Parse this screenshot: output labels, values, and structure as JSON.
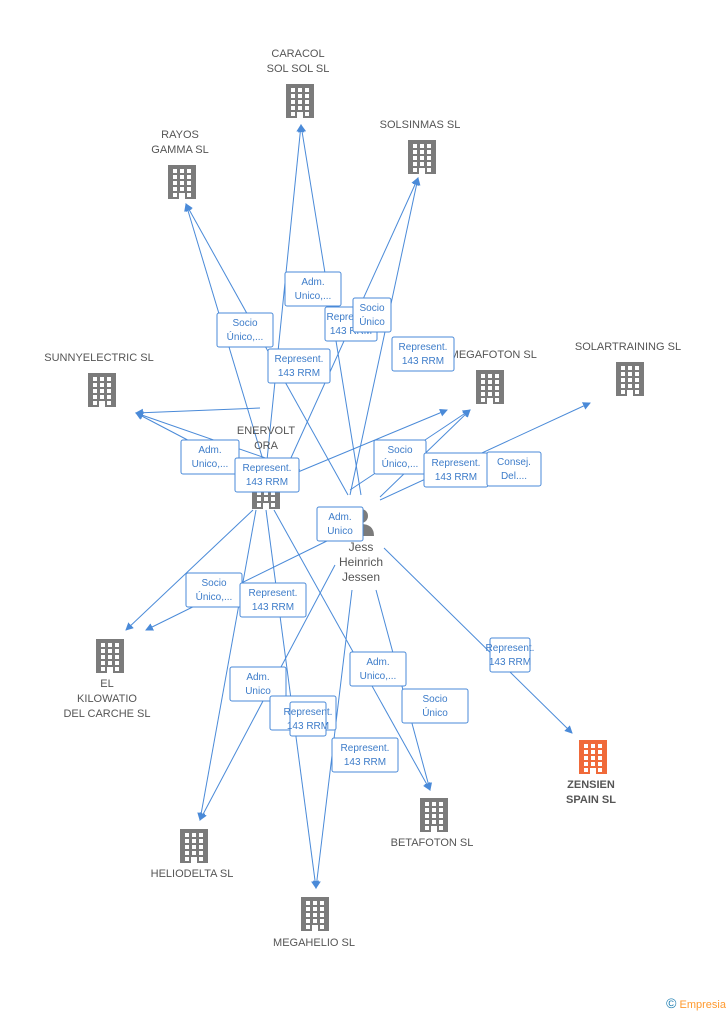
{
  "colors": {
    "building": "#7b7b7b",
    "focus": "#f06a3a",
    "edge": "#4a8ad8",
    "person": "#7b7b7b"
  },
  "person": {
    "name": [
      "Jess",
      "Heinrich",
      "Jessen"
    ],
    "icon": "person-icon"
  },
  "companies": [
    {
      "id": "caracol",
      "label": [
        "CARACOL",
        "SOL SOL SL"
      ]
    },
    {
      "id": "rayos",
      "label": [
        "RAYOS",
        "GAMMA SL"
      ]
    },
    {
      "id": "solsinmas",
      "label": [
        "SOLSINMAS SL"
      ]
    },
    {
      "id": "sunnyelectric",
      "label": [
        "SUNNYELECTRIC SL"
      ]
    },
    {
      "id": "enervolt",
      "label": [
        "ENERVOLT",
        "ORA"
      ]
    },
    {
      "id": "omegafoton",
      "label": [
        "OMEGAFOTON SL"
      ]
    },
    {
      "id": "solartraining",
      "label": [
        "SOLARTRAINING SL"
      ]
    },
    {
      "id": "kilowatio",
      "label": [
        "EL",
        "KILOWATIO",
        "DEL CARCHE SL"
      ]
    },
    {
      "id": "zensien",
      "label": [
        "ZENSIEN",
        "SPAIN SL"
      ],
      "focus": true
    },
    {
      "id": "heliodelta",
      "label": [
        "HELIODELTA SL"
      ]
    },
    {
      "id": "megahelio",
      "label": [
        "MEGAHELIO SL"
      ]
    },
    {
      "id": "betafoton",
      "label": [
        "BETAFOTON SL"
      ]
    }
  ],
  "relations": [
    {
      "lines": [
        "Adm.",
        "Unico,..."
      ]
    },
    {
      "lines": [
        "Represent.",
        "143 RRM"
      ]
    },
    {
      "lines": [
        "Socio",
        "Único"
      ]
    },
    {
      "lines": [
        "Represent.",
        "143 RRM"
      ]
    },
    {
      "lines": [
        "Socio",
        "Único,..."
      ]
    },
    {
      "lines": [
        "Represent.",
        "143 RRM"
      ]
    },
    {
      "lines": [
        "Adm.",
        "Unico,..."
      ]
    },
    {
      "lines": [
        "Represent.",
        "143 RRM"
      ]
    },
    {
      "lines": [
        "Socio",
        "Único,..."
      ]
    },
    {
      "lines": [
        "Represent.",
        "143 RRM"
      ]
    },
    {
      "lines": [
        "Consej.",
        "Del...."
      ]
    },
    {
      "lines": [
        "Adm.",
        "Unico"
      ]
    },
    {
      "lines": [
        "Socio",
        "Único,..."
      ]
    },
    {
      "lines": [
        "Represent.",
        "143 RRM"
      ]
    },
    {
      "lines": [
        "Adm.",
        "Unico"
      ]
    },
    {
      "lines": [
        "Adm.",
        "Unico,..."
      ]
    },
    {
      "lines": [
        "Adm.",
        "Unico"
      ]
    },
    {
      "lines": [
        "Represent.",
        "143 RRM"
      ]
    },
    {
      "lines": [
        "Socio",
        "Único"
      ]
    },
    {
      "lines": [
        "Represent.",
        "143 RRM"
      ]
    },
    {
      "lines": [
        "Represent.",
        "143 RRM"
      ]
    }
  ],
  "footer": {
    "copyright": "©",
    "brand": "Empresia"
  }
}
